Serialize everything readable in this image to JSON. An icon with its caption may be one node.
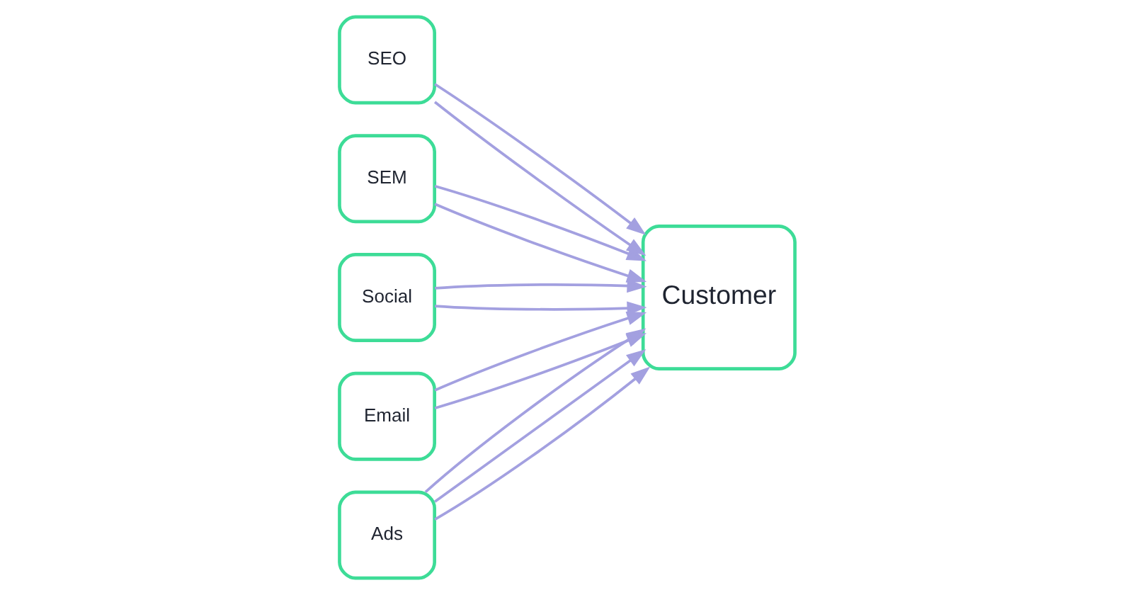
{
  "diagram": {
    "nodes": [
      {
        "text": [
          "SEO"
        ]
      },
      {
        "text": [
          "SEM"
        ]
      },
      {
        "text": [
          "Social"
        ]
      },
      {
        "text": [
          "Email"
        ]
      },
      {
        "text": [
          "Ads"
        ]
      },
      {
        "text": [
          "Customer"
        ]
      }
    ],
    "edges": [
      {
        "from": 0,
        "to": 5,
        "arrow": "to"
      },
      {
        "from": 1,
        "to": 5,
        "arrow": "to"
      },
      {
        "from": 2,
        "to": 5,
        "arrow": "to"
      },
      {
        "from": 3,
        "to": 5,
        "arrow": "to"
      },
      {
        "from": 4,
        "to": 5,
        "arrow": "to"
      },
      {
        "from": 4,
        "to": 5,
        "arrow": "to"
      },
      {
        "from": 4,
        "to": 5,
        "arrow": "to"
      },
      {
        "from": 3,
        "to": 5,
        "arrow": "to"
      },
      {
        "from": 2,
        "to": 5,
        "arrow": "to"
      },
      {
        "from": 1,
        "to": 5,
        "arrow": "to"
      },
      {
        "from": 0,
        "to": 5,
        "arrow": "to"
      }
    ]
  }
}
